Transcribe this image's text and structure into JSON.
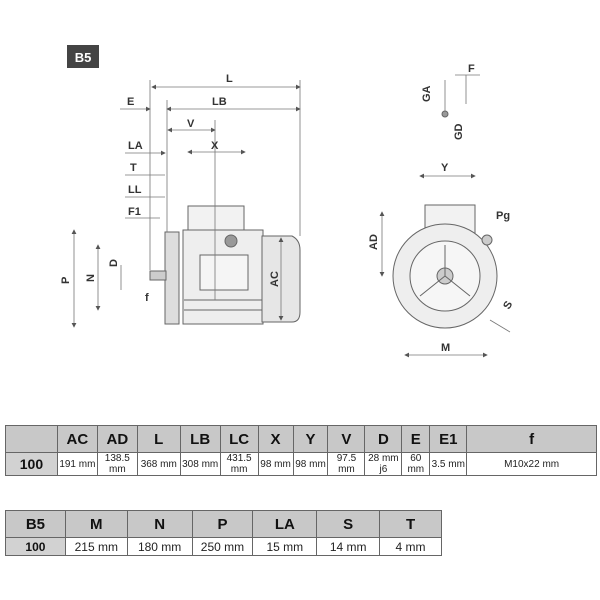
{
  "badge": "B5",
  "side_view_labels": {
    "L": "L",
    "LB": "LB",
    "E": "E",
    "V": "V",
    "X": "X",
    "LA": "LA",
    "T": "T",
    "LL": "LL",
    "F1": "F1",
    "P": "P",
    "N": "N",
    "D": "D",
    "f": "f",
    "AC": "AC"
  },
  "front_view_labels": {
    "F": "F",
    "GA": "GA",
    "GD": "GD",
    "Y": "Y",
    "Pg": "Pg",
    "AD": "AD",
    "S": "S",
    "M": "M"
  },
  "table1": {
    "headers": [
      "",
      "AC",
      "AD",
      "L",
      "LB",
      "LC",
      "X",
      "Y",
      "V",
      "D",
      "E",
      "E1",
      "f"
    ],
    "row": [
      "100",
      "191 mm",
      "138.5 mm",
      "368 mm",
      "308 mm",
      "431.5 mm",
      "98 mm",
      "98 mm",
      "97.5 mm",
      "28 mm j6",
      "60 mm",
      "3.5 mm",
      "M10x22 mm"
    ]
  },
  "table2": {
    "headers": [
      "B5",
      "M",
      "N",
      "P",
      "LA",
      "S",
      "T"
    ],
    "row": [
      "100",
      "215 mm",
      "180 mm",
      "250 mm",
      "15 mm",
      "14 mm",
      "4 mm"
    ]
  }
}
